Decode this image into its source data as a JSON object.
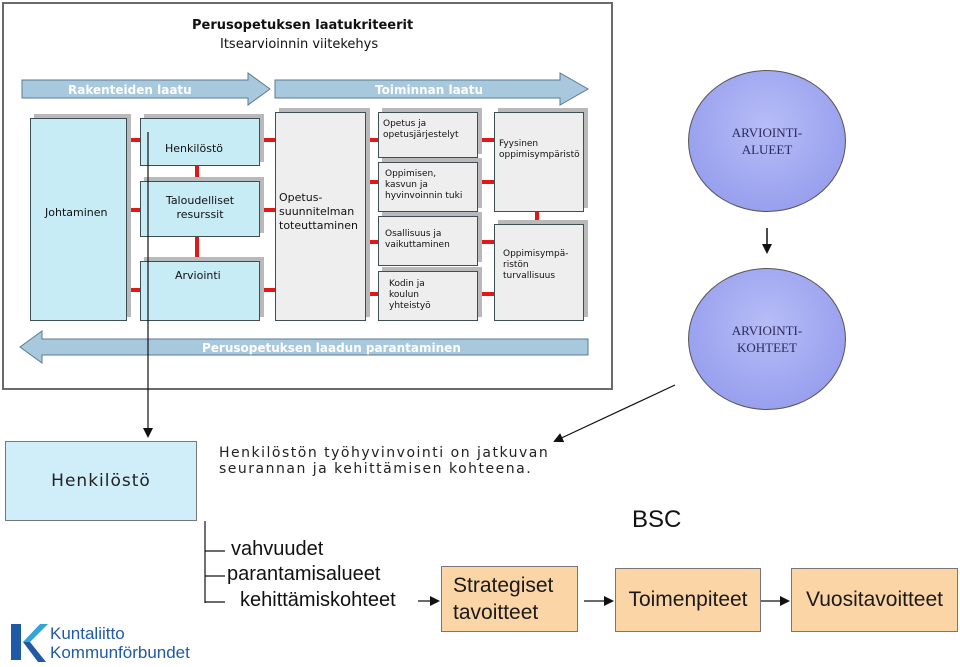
{
  "framework": {
    "title": "Perusopetuksen laatukriteerit",
    "subtitle": "Itsearvioinnin viitekehys",
    "arrow_left": "Rakenteiden laatu",
    "arrow_right": "Toiminnan laatu",
    "arrow_bottom": "Perusopetuksen laadun parantaminen",
    "johtaminen": "Johtaminen",
    "henkilosto": "Henkilöstö",
    "taloudelliset": [
      "Taloudelliset",
      "resurssit"
    ],
    "arviointi": "Arviointi",
    "opetussuunnitelma": [
      "Opetus-",
      "suunnitelman",
      "toteuttaminen"
    ],
    "opetus": [
      "Opetus ja",
      "opetusjärjestelyt"
    ],
    "oppiminen": [
      "Oppimisen,",
      "kasvun ja",
      "hyvinvoinnin tuki"
    ],
    "osallisuus": [
      "Osallisuus ja",
      "vaikuttaminen"
    ],
    "kodin": [
      "Kodin ja",
      "koulun",
      "yhteistyö"
    ],
    "fyysinen": [
      "Fyysinen",
      "oppimisympäristö"
    ],
    "turvallisuus": [
      "Oppimisympä-",
      "ristön",
      "turvallisuus"
    ]
  },
  "circles": {
    "alueet": [
      "ARVIOINTI-",
      "ALUEET"
    ],
    "kohteet": [
      "ARVIOINTI-",
      "KOHTEET"
    ]
  },
  "henkilosto_box": "Henkilöstö",
  "statement": [
    "Henkilöstön työhyvinvointi on jatkuvan",
    "seurannan ja kehittämisen kohteena."
  ],
  "list": [
    "vahvuudet",
    "parantamisalueet",
    "kehittämiskohteet"
  ],
  "bsc": "BSC",
  "flow": {
    "strategiset": [
      "Strategiset",
      "tavoitteet"
    ],
    "toimenpiteet": "Toimenpiteet",
    "vuositavoitteet": "Vuositavoitteet"
  },
  "logo": {
    "line1": "Kuntaliitto",
    "line2": "Kommunförbundet"
  },
  "colors": {
    "cyan_box": "#c8ecf6",
    "grey_box": "#eeeeee",
    "red_connector": "#e01818",
    "circle": "#9aa1ee",
    "orange_box": "#fcd5a6",
    "logo_blue": "#1f5aa6",
    "logo_cyan": "#2fa5d8"
  }
}
